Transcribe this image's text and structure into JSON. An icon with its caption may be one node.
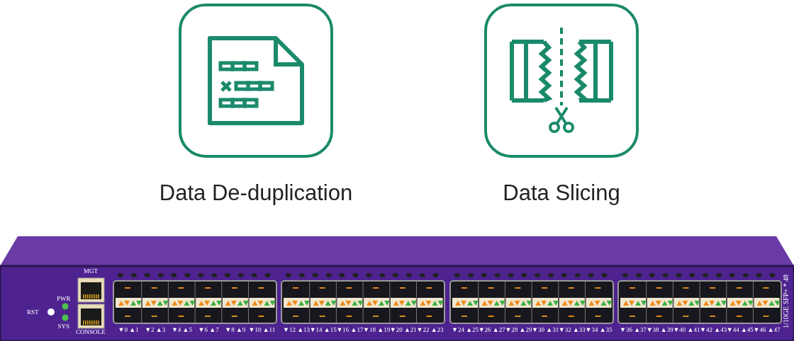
{
  "diagram": {
    "nodes": [
      {
        "text": [
          "Data De-duplication"
        ]
      },
      {
        "text": [
          "Data Slicing"
        ]
      }
    ],
    "labels": [
      "MGT",
      "PWR",
      "RST",
      "SYS",
      "CONSOLE",
      "▼0 ▲1",
      "▼2 ▲3",
      "▼4 ▲5",
      "▼6 ▲7",
      "▼8 ▲9",
      "▼10 ▲11",
      "▼12 ▲13",
      "▼14 ▲15",
      "▼16 ▲17",
      "▼18 ▲19",
      "▼20 ▲21",
      "▼22 ▲23",
      "▼24 ▲25",
      "▼26 ▲27",
      "▼28 ▲29",
      "▼30 ▲31",
      "▼32 ▲33",
      "▼34 ▲35",
      "▼36 ▲37",
      "▼38 ▲39",
      "▼40 ▲41",
      "▼42 ▲43",
      "▼44 ▲45",
      "▼46 ▲47",
      "1/10GE SFP+ * 48"
    ]
  }
}
